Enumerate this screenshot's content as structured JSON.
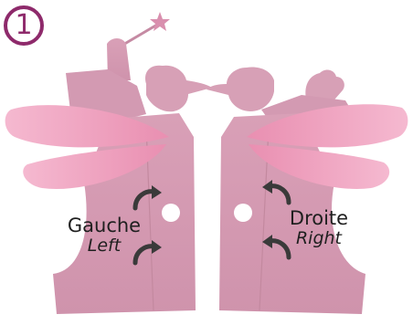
{
  "step": {
    "number": "1"
  },
  "left_panel": {
    "label_fr": "Gauche",
    "label_en": "Left"
  },
  "right_panel": {
    "label_fr": "Droite",
    "label_en": "Right"
  },
  "colors": {
    "paper": "#d9a1b8",
    "wing": "#f2aac6",
    "badge": "#8e2a6b",
    "arrow": "#3a3a3a",
    "hole": "#ffffff"
  },
  "icons": [
    "star-icon",
    "arrow-icon"
  ]
}
